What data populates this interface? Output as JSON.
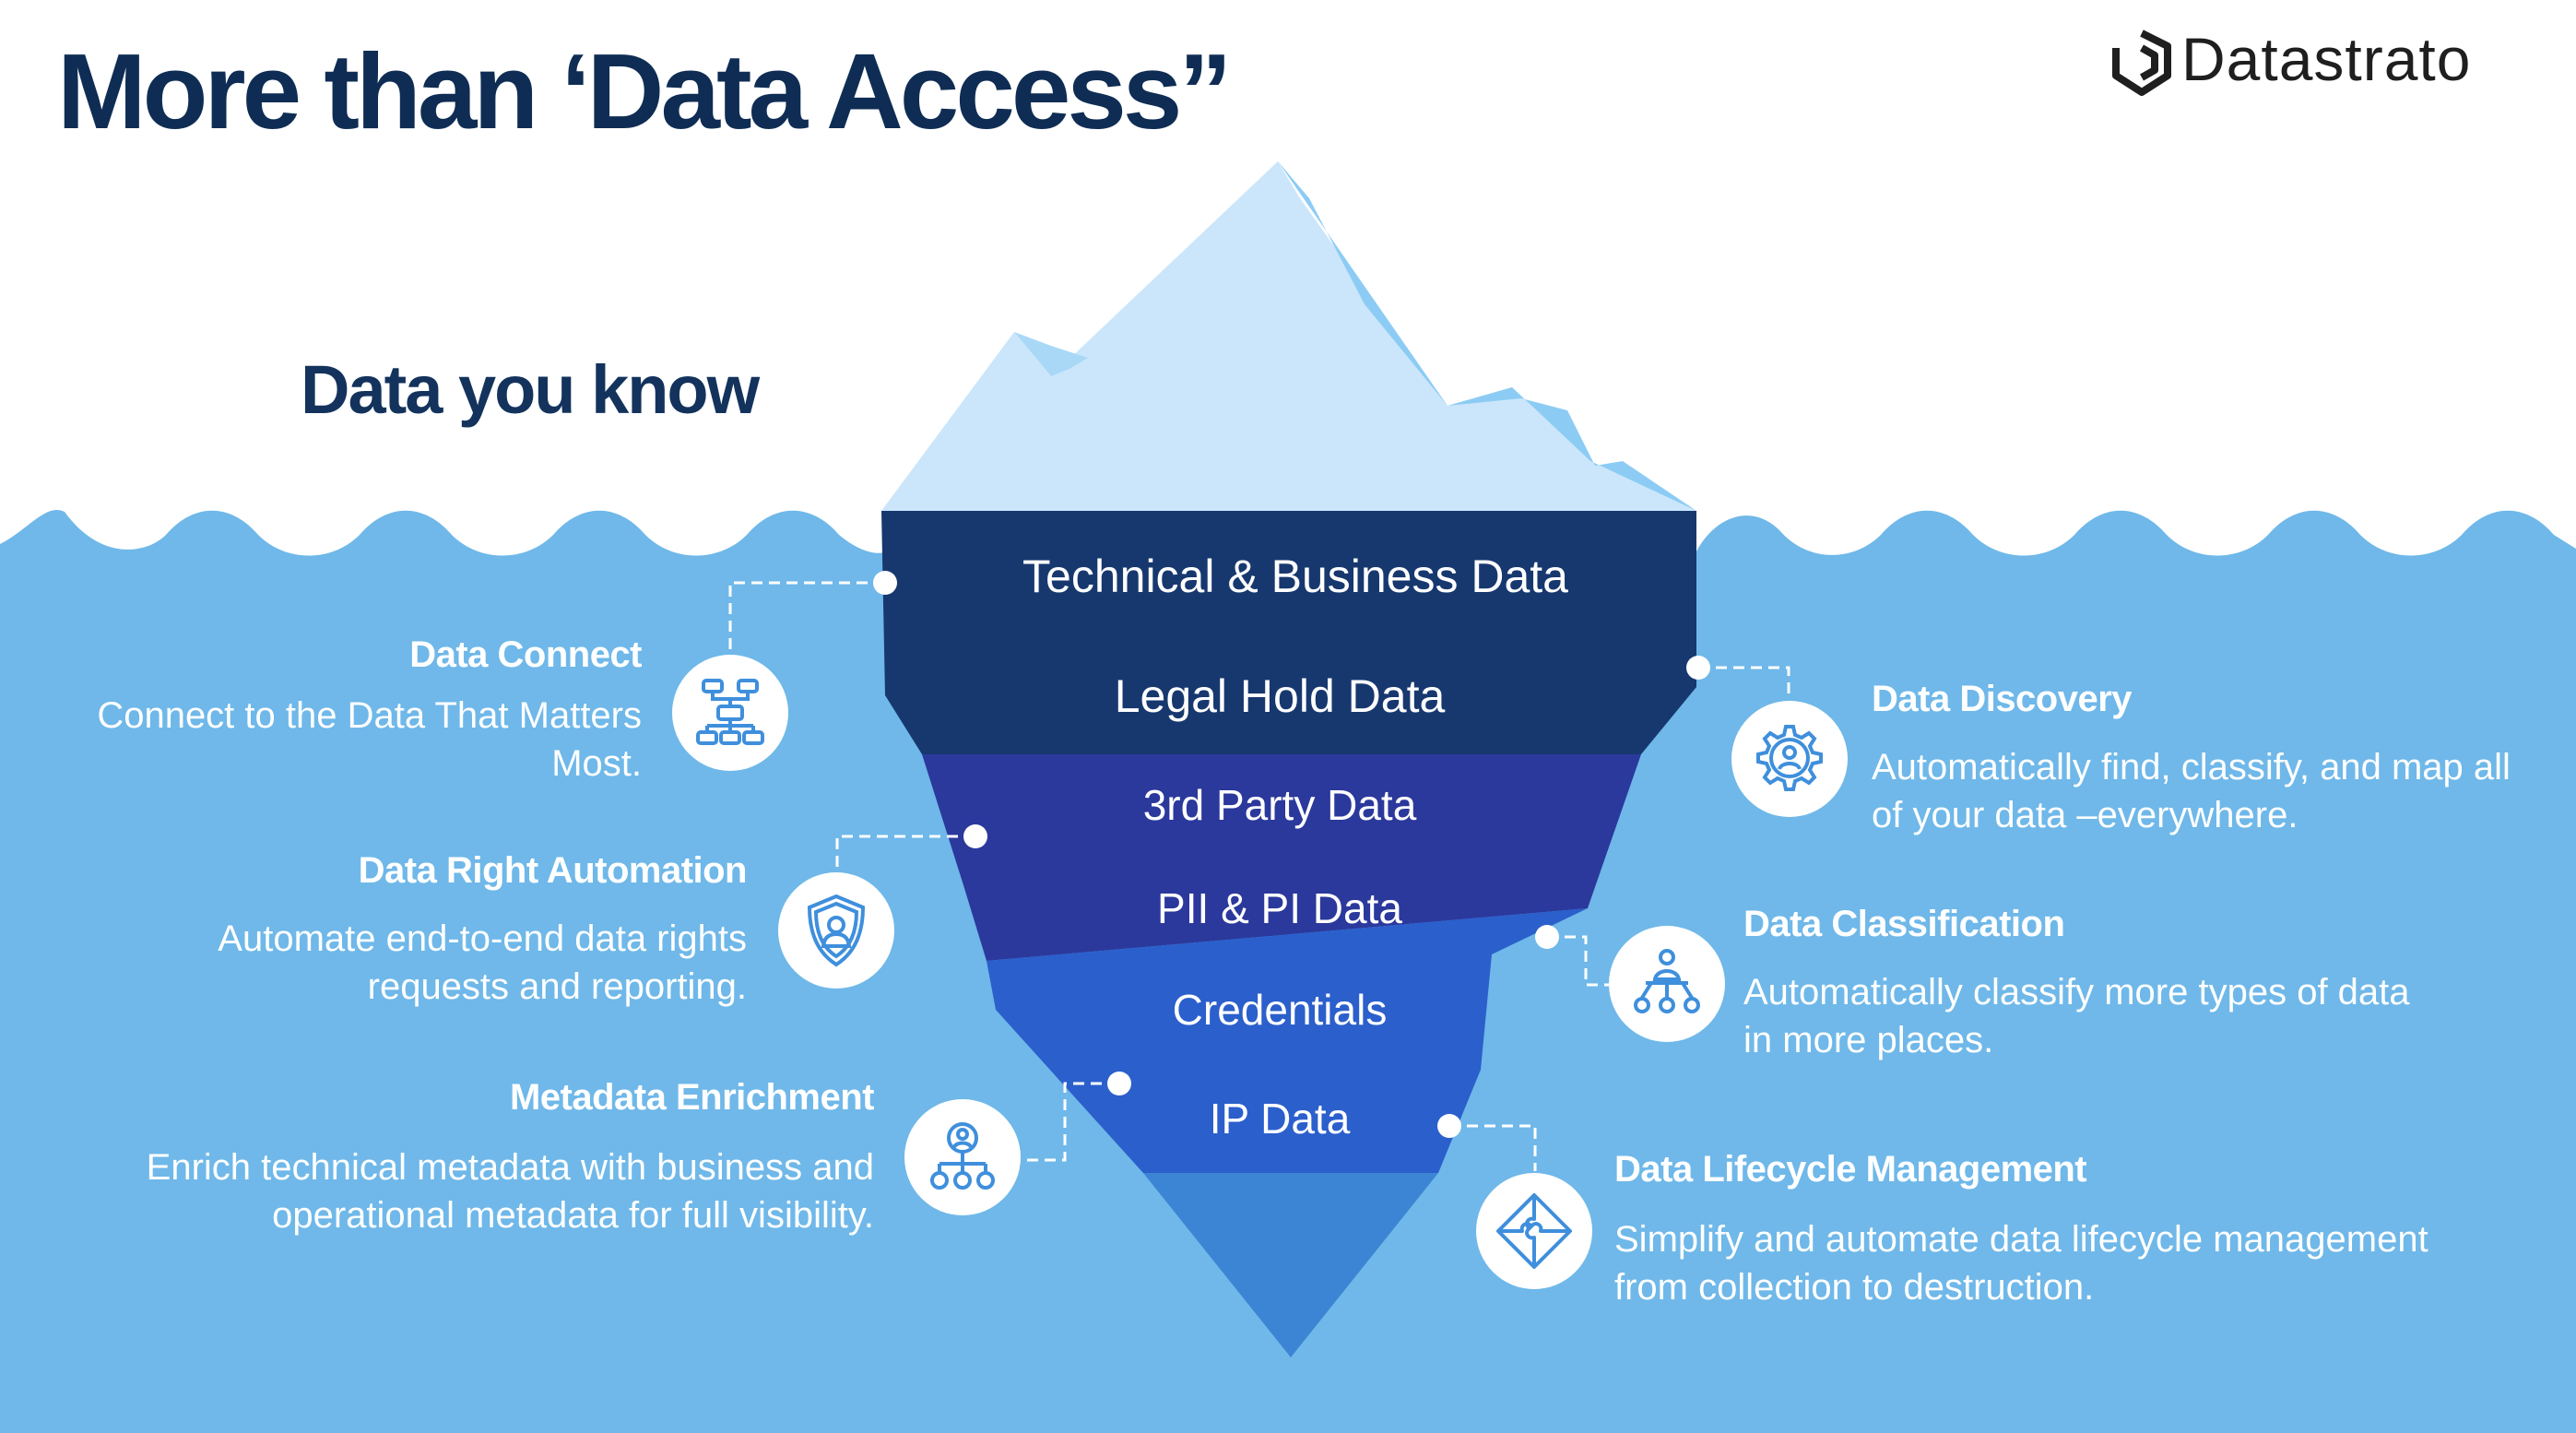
{
  "title": "More than ‘Data Access”",
  "brand": {
    "name": "Datastrato",
    "logo_icon": "datastrato-logo-icon"
  },
  "subtitle": "Data you know",
  "colors": {
    "title": "#0f2d54",
    "sky": "#ffffff",
    "water": "#6fb8e9",
    "ice_light": "#cbe6fb",
    "ice_shadow": "#8cccf4",
    "layer_1": "#17386f",
    "layer_2": "#2b399c",
    "layer_3": "#2b5fcc",
    "layer_4": "#3c85d4"
  },
  "layers": [
    "Technical & Business Data",
    "Legal Hold Data",
    "3rd Party Data",
    "PII & PI Data",
    "Credentials",
    "IP Data"
  ],
  "features": {
    "data_connect": {
      "title": "Data Connect",
      "desc": [
        "Connect to the Data That Matters",
        "Most."
      ],
      "icon": "flowchart-icon"
    },
    "data_right_automation": {
      "title": "Data Right Automation",
      "desc": [
        "Automate end-to-end data rights",
        "requests and reporting."
      ],
      "icon": "shield-user-icon"
    },
    "metadata_enrichment": {
      "title": "Metadata Enrichment",
      "desc": [
        "Enrich technical metadata with business and",
        "operational metadata for full visibility."
      ],
      "icon": "org-chart-icon"
    },
    "data_discovery": {
      "title": "Data Discovery",
      "desc": [
        "Automatically find, classify, and map all",
        "of your data –everywhere."
      ],
      "icon": "gear-user-icon"
    },
    "data_classification": {
      "title": "Data Classification",
      "desc": [
        "Automatically classify more types of data",
        "in more places."
      ],
      "icon": "hierarchy-user-icon"
    },
    "data_lifecycle": {
      "title": "Data Lifecycle Management",
      "desc": [
        "Simplify and automate data lifecycle management",
        "from collection to destruction."
      ],
      "icon": "puzzle-icon"
    }
  }
}
